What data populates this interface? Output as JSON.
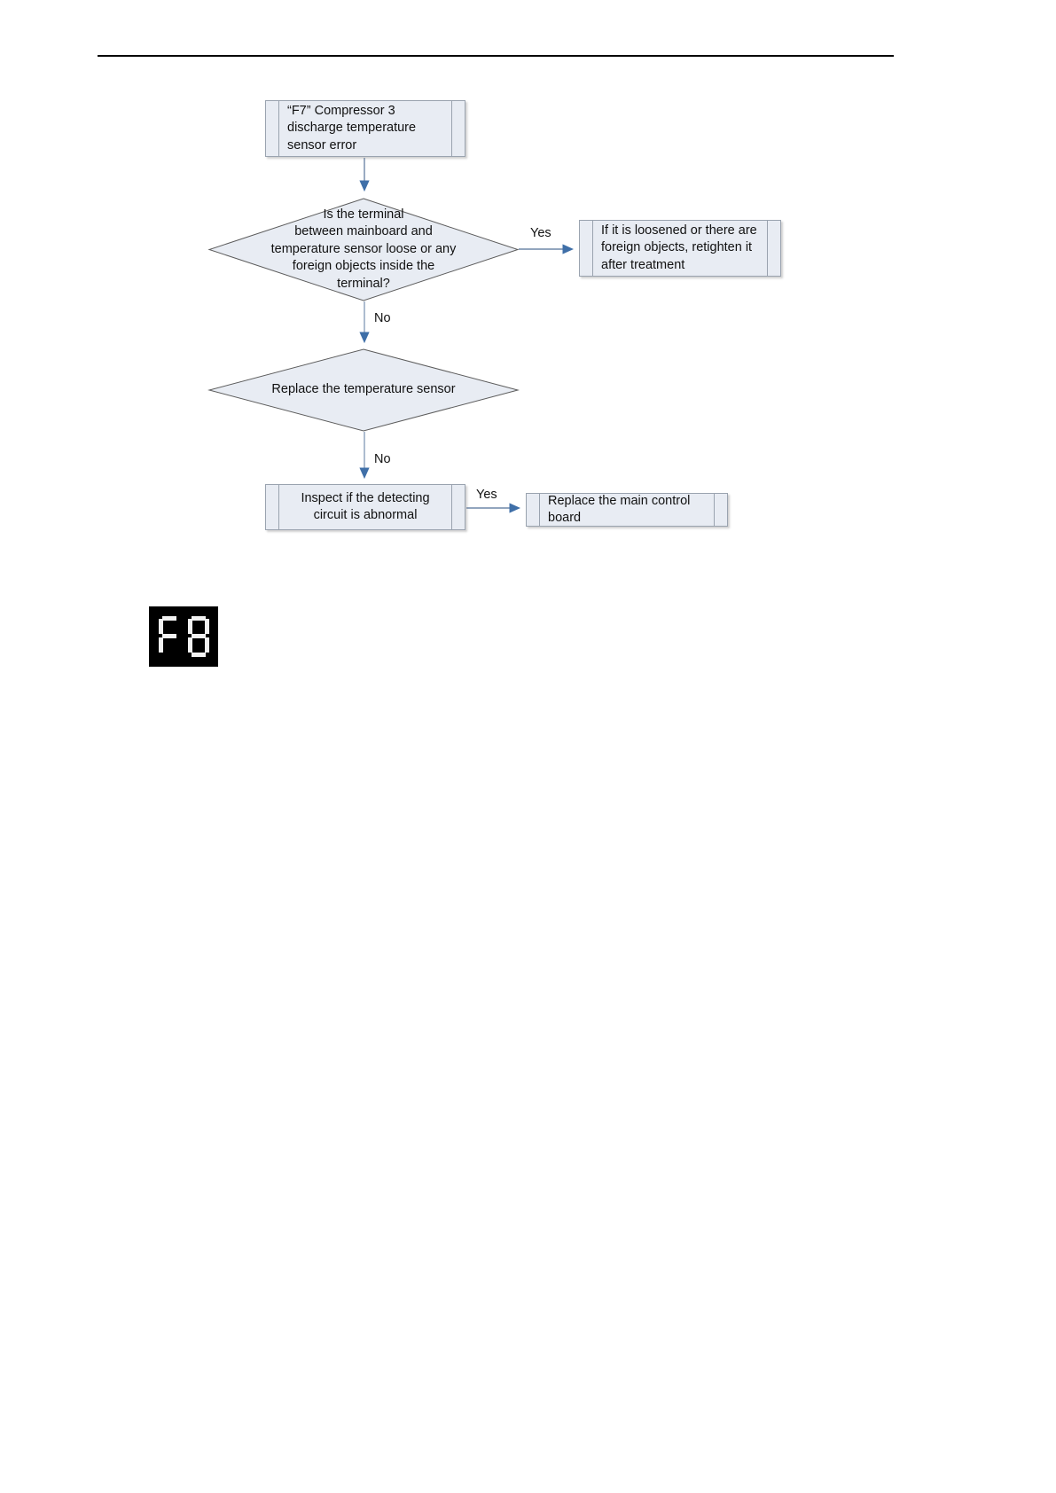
{
  "page": {
    "title": "F7 Compressor 3 discharge temperature sensor error troubleshooting flowchart",
    "background_color": "#ffffff",
    "header_rule_color": "#000000"
  },
  "flowchart": {
    "shape_fill": "#e8ecf3",
    "shape_border": "#9aa3af",
    "arrow_color": "#3f6fa8",
    "nodes": [
      {
        "id": "start",
        "type": "process",
        "text": "“F7” Compressor 3\ndischarge temperature\nsensor error"
      },
      {
        "id": "terminal-check",
        "type": "decision",
        "text": "Is the terminal\nbetween mainboard and\ntemperature sensor loose or any\nforeign objects inside the\nterminal?"
      },
      {
        "id": "retighten",
        "type": "process",
        "text": "If it is loosened or there are\nforeign objects, retighten it\nafter treatment"
      },
      {
        "id": "replace-sensor",
        "type": "decision",
        "text": "Replace the temperature sensor"
      },
      {
        "id": "inspect-circuit",
        "type": "process",
        "text": "Inspect if the detecting\ncircuit is abnormal"
      },
      {
        "id": "replace-board",
        "type": "process",
        "text": "Replace the main control\nboard"
      }
    ],
    "edges": [
      {
        "id": "start-to-terminal",
        "label": ""
      },
      {
        "id": "terminal-yes-to-retighten",
        "label": "Yes"
      },
      {
        "id": "terminal-no-to-replace",
        "label": "No"
      },
      {
        "id": "replace-no-to-inspect",
        "label": "No"
      },
      {
        "id": "inspect-yes-to-board",
        "label": "Yes"
      }
    ]
  },
  "error_display": {
    "code": "F8",
    "digits": [
      {
        "char": "F",
        "segments": [
          "a",
          "f",
          "g",
          "e"
        ]
      },
      {
        "char": "8",
        "segments": [
          "a",
          "b",
          "c",
          "d",
          "e",
          "f",
          "g"
        ]
      }
    ],
    "screen_color": "#000000",
    "segment_color": "#f2f2f2"
  }
}
